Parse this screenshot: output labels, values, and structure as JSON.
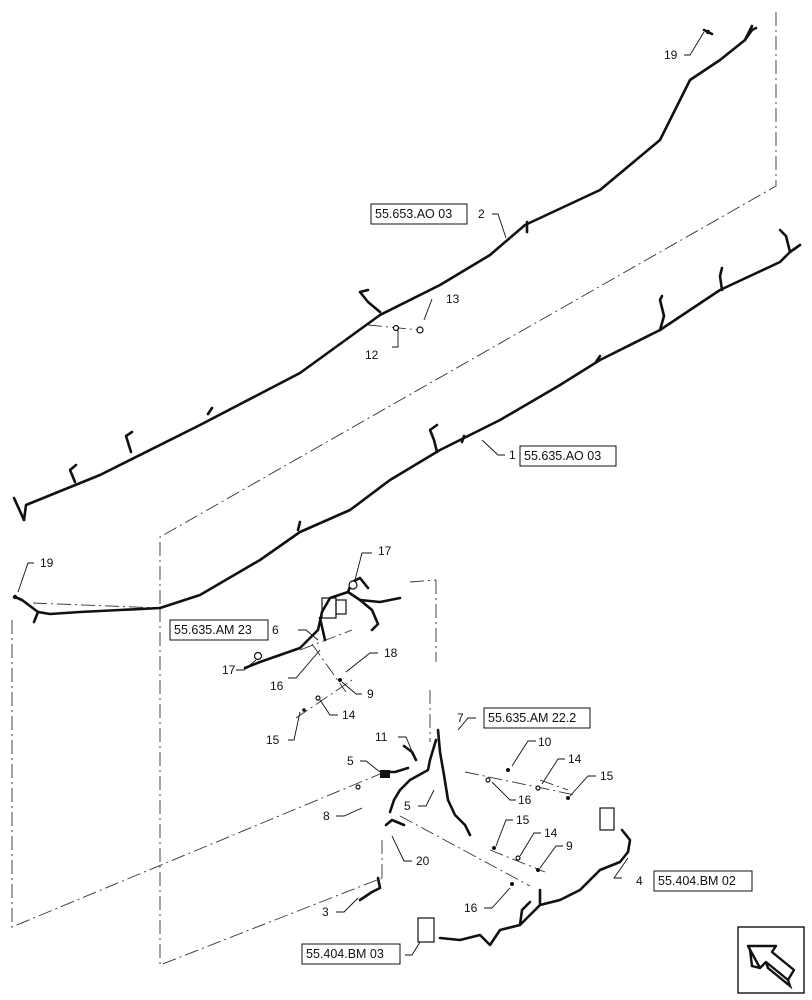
{
  "references": {
    "r_2": "55.653.AO 03",
    "r_1": "55.635.AO 03",
    "r_6": "55.635.AM 23",
    "r_7": "55.635.AM 22.2",
    "r_4": "55.404.BM 02",
    "r_3": "55.404.BM 03"
  },
  "callouts": {
    "c19a": "19",
    "c2": "2",
    "c13": "13",
    "c12": "12",
    "c1": "1",
    "c19b": "19",
    "c17a": "17",
    "c6": "6",
    "c17b": "17",
    "c16a": "16",
    "c18": "18",
    "c9a": "9",
    "c14a": "14",
    "c15a": "15",
    "c7": "7",
    "c11": "11",
    "c10": "10",
    "c5a": "5",
    "c5b": "5",
    "c14b": "14",
    "c15b": "15",
    "c16b": "16",
    "c8": "8",
    "c15c": "15",
    "c14c": "14",
    "c9b": "9",
    "c20": "20",
    "c4": "4",
    "c16c": "16",
    "c3": "3"
  },
  "icons": {
    "nav_arrow": "next-page-arrow-icon"
  }
}
